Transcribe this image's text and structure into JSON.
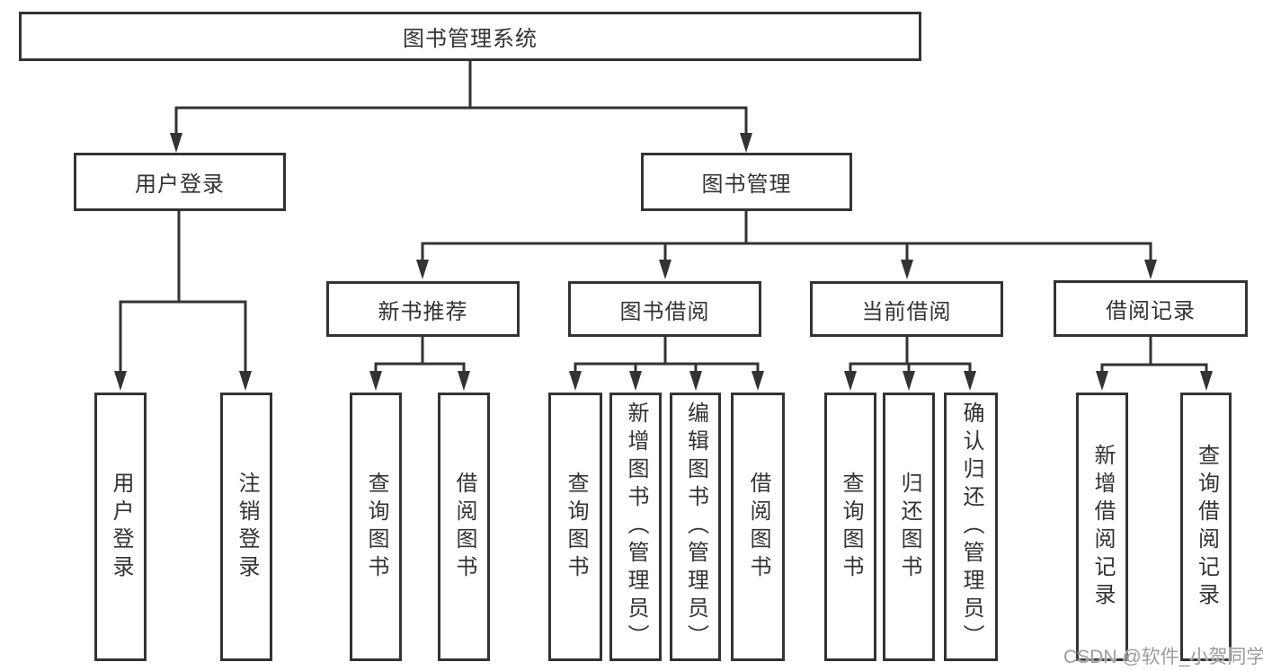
{
  "diagram": {
    "title": "图书管理系统",
    "level2": {
      "user_login": "用户登录",
      "book_management": "图书管理"
    },
    "level3": {
      "new_book_recommend": "新书推荐",
      "book_borrow": "图书借阅",
      "current_borrow": "当前借阅",
      "borrow_records": "借阅记录"
    },
    "leaves": {
      "user_login": [
        "用户登录",
        "注销登录"
      ],
      "new_book_recommend": [
        "查询图书",
        "借阅图书"
      ],
      "book_borrow": [
        "查询图书",
        "新增图书（管理员）",
        "编辑图书（管理员）",
        "借阅图书"
      ],
      "current_borrow": [
        "查询图书",
        "归还图书",
        "确认归还（管理员）"
      ],
      "borrow_records": [
        "新增借阅记录",
        "查询借阅记录"
      ]
    }
  },
  "watermark": "CSDN @软件_小贺同学",
  "colors": {
    "line": "#333333",
    "text": "#333333",
    "background": "#ffffff"
  }
}
